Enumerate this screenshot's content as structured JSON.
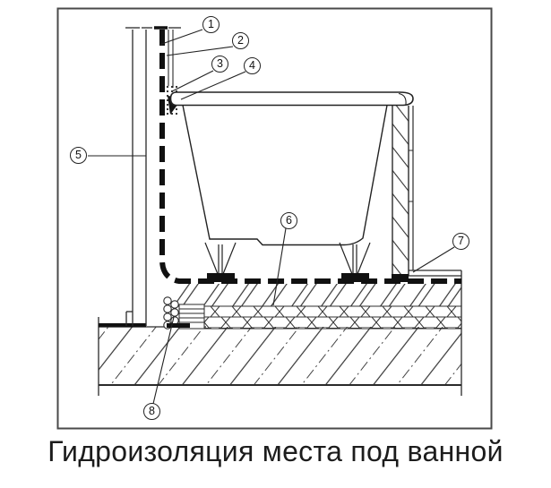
{
  "caption": "Гидроизоляция места под ванной",
  "callouts": [
    {
      "label": "1"
    },
    {
      "label": "2"
    },
    {
      "label": "3"
    },
    {
      "label": "4"
    },
    {
      "label": "5"
    },
    {
      "label": "6"
    },
    {
      "label": "7"
    },
    {
      "label": "8"
    }
  ],
  "colors": {
    "ink": "#222222",
    "membrane": "#111111",
    "frame": "#4a4a4a",
    "background": "#ffffff"
  }
}
